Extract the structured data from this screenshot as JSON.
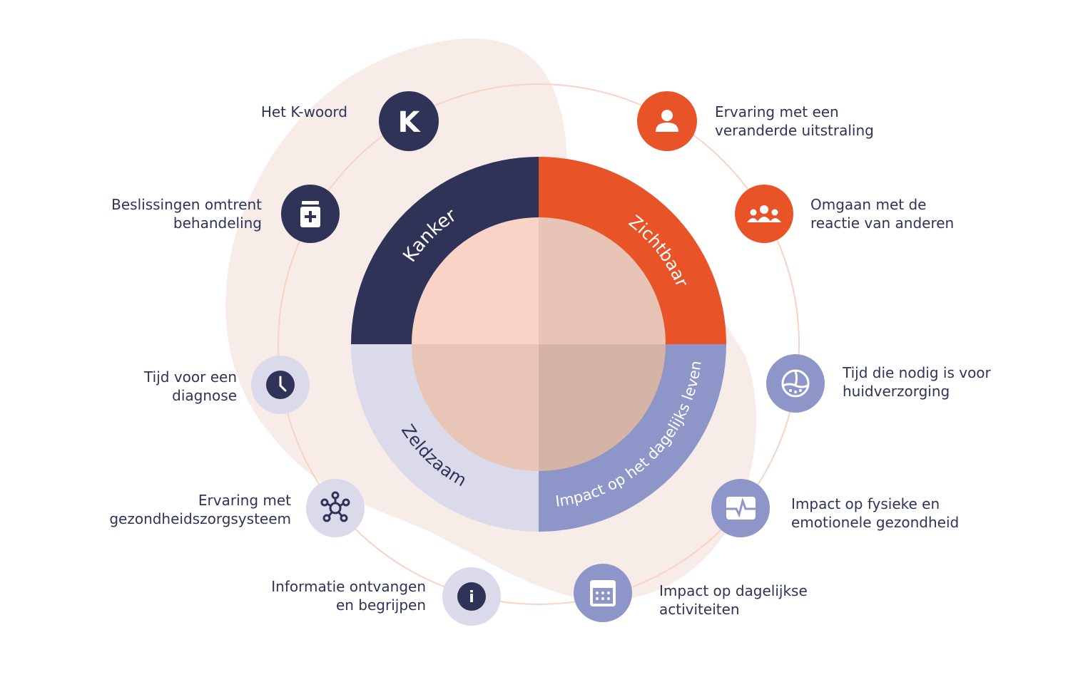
{
  "colors": {
    "navy": "#2f3357",
    "orange": "#e85427",
    "lavender": "#dadaeb",
    "periwinkle": "#8e96c9",
    "blob": "#f7ece7",
    "orbit": "#f8d3c4"
  },
  "center": {
    "quadrants": [
      {
        "label": "Kanker",
        "icon": "none"
      },
      {
        "label": "Zichtbaar",
        "icon": "none"
      },
      {
        "label": "Zeldzaam",
        "icon": "none"
      },
      {
        "label": "Impact op het dagelijks leven",
        "icon": "none"
      }
    ]
  },
  "items": [
    {
      "label_1": "Het K-woord",
      "label_2": "",
      "icon": "k-letter-icon",
      "glyph": "K"
    },
    {
      "label_1": "Beslissingen omtrent",
      "label_2": "behandeling",
      "icon": "medicine-jar-icon"
    },
    {
      "label_1": "Tijd voor een",
      "label_2": "diagnose",
      "icon": "clock-icon"
    },
    {
      "label_1": "Ervaring met",
      "label_2": "gezondheidszorgsysteem",
      "icon": "network-people-icon"
    },
    {
      "label_1": "Informatie ontvangen",
      "label_2": "en begrijpen",
      "icon": "info-icon",
      "glyph": "i"
    },
    {
      "label_1": "Impact op dagelijkse",
      "label_2": "activiteiten",
      "icon": "calendar-icon"
    },
    {
      "label_1": "Impact op fysieke en",
      "label_2": "emotionele gezondheid",
      "icon": "heartbeat-monitor-icon"
    },
    {
      "label_1": "Tijd die nodig is voor",
      "label_2": "huidverzorging",
      "icon": "skin-hair-follicle-icon"
    },
    {
      "label_1": "Omgaan met de",
      "label_2": "reactie van anderen",
      "icon": "group-people-icon"
    },
    {
      "label_1": "Ervaring met een",
      "label_2": "veranderde uitstraling",
      "icon": "person-icon"
    }
  ]
}
